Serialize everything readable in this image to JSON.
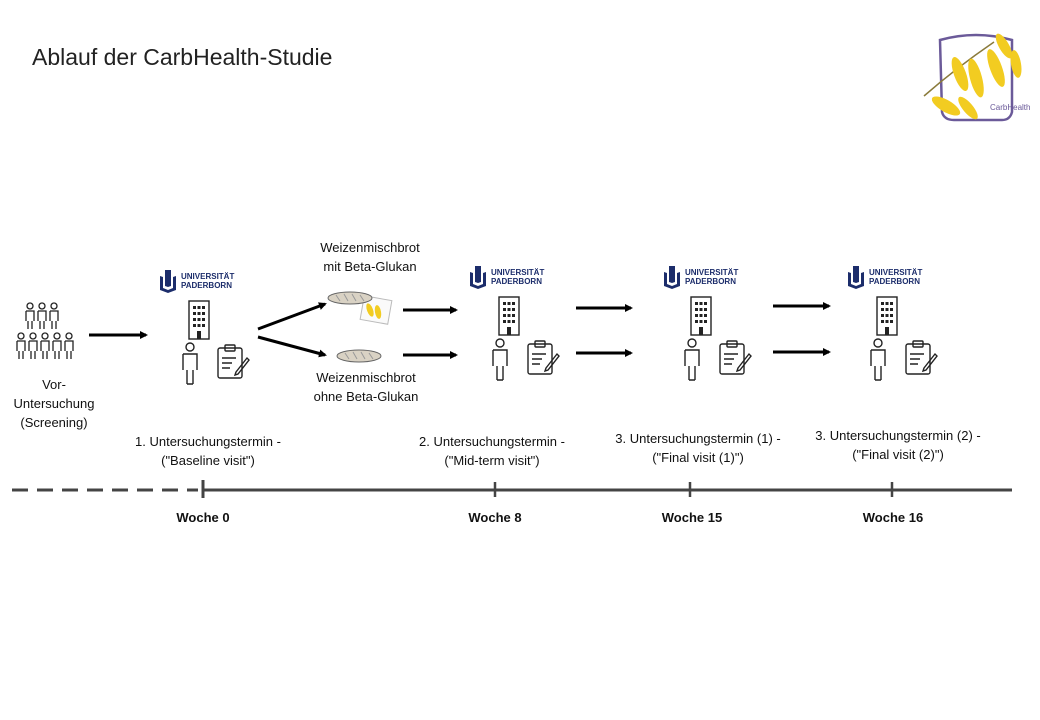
{
  "title": "Ablauf der CarbHealth-Studie",
  "logo": {
    "text": "CarbHealth"
  },
  "university": {
    "line1": "UNIVERSITÄT",
    "line2": "PADERBORN"
  },
  "screening": {
    "line1": "Vor-",
    "line2": "Untersuchung",
    "line3": "(Screening)"
  },
  "bread": {
    "with": {
      "line1": "Weizenmischbrot",
      "line2": "mit Beta-Glukan"
    },
    "without": {
      "line1": "Weizenmischbrot",
      "line2": "ohne Beta-Glukan"
    }
  },
  "visits": [
    {
      "line1": "1. Untersuchungstermin -",
      "line2": "(\"Baseline visit\")",
      "week": "Woche 0"
    },
    {
      "line1": "2. Untersuchungstermin -",
      "line2": "(\"Mid-term visit\")",
      "week": "Woche 8"
    },
    {
      "line1": "3. Untersuchungstermin (1) -",
      "line2": "(\"Final visit (1)\")",
      "week": "Woche 15"
    },
    {
      "line1": "3. Untersuchungstermin (2) -",
      "line2": "(\"Final visit (2)\")",
      "week": "Woche 16"
    }
  ],
  "colors": {
    "uni_blue": "#1c2d6b",
    "oat_yellow": "#f2cc21",
    "logo_frame": "#6b5a99",
    "timeline": "#444444"
  }
}
